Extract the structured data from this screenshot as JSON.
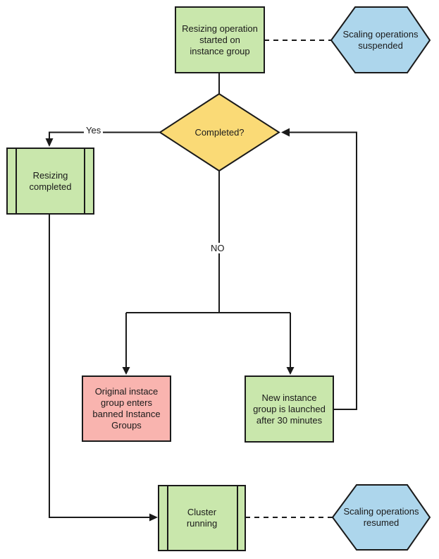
{
  "diagram": {
    "nodes": {
      "resize_start": {
        "label": "Resizing operation\nstarted on\ninstance group",
        "shape": "process",
        "fill": "#C9E7AC"
      },
      "scaling_suspended": {
        "label": "Scaling operations\nsuspended",
        "shape": "hexagon",
        "fill": "#ADD6EC"
      },
      "completed_decision": {
        "label": "Completed?",
        "shape": "decision-diamond",
        "fill": "#FADA76"
      },
      "resizing_completed": {
        "label": "Resizing\ncompleted",
        "shape": "predefined-process",
        "fill": "#C9E7AC"
      },
      "original_banned": {
        "label": "Original instace\ngroup enters\nbanned Instance\nGroups",
        "shape": "process",
        "fill": "#F9B4AF"
      },
      "new_instance_group": {
        "label": "New instance\ngroup is launched\nafter 30 minutes",
        "shape": "process",
        "fill": "#C9E7AC"
      },
      "cluster_running": {
        "label": "Cluster\nrunning",
        "shape": "predefined-process",
        "fill": "#C9E7AC"
      },
      "scaling_resumed": {
        "label": "Scaling operations\nresumed",
        "shape": "hexagon",
        "fill": "#ADD6EC"
      }
    },
    "edge_labels": {
      "yes": "Yes",
      "no": "NO"
    },
    "colors": {
      "process_green": "#C9E7AC",
      "decision_yellow": "#FADA76",
      "terminal_blue": "#ADD6EC",
      "warning_pink": "#F9B4AF",
      "line_stroke": "#1A1A1A"
    }
  }
}
